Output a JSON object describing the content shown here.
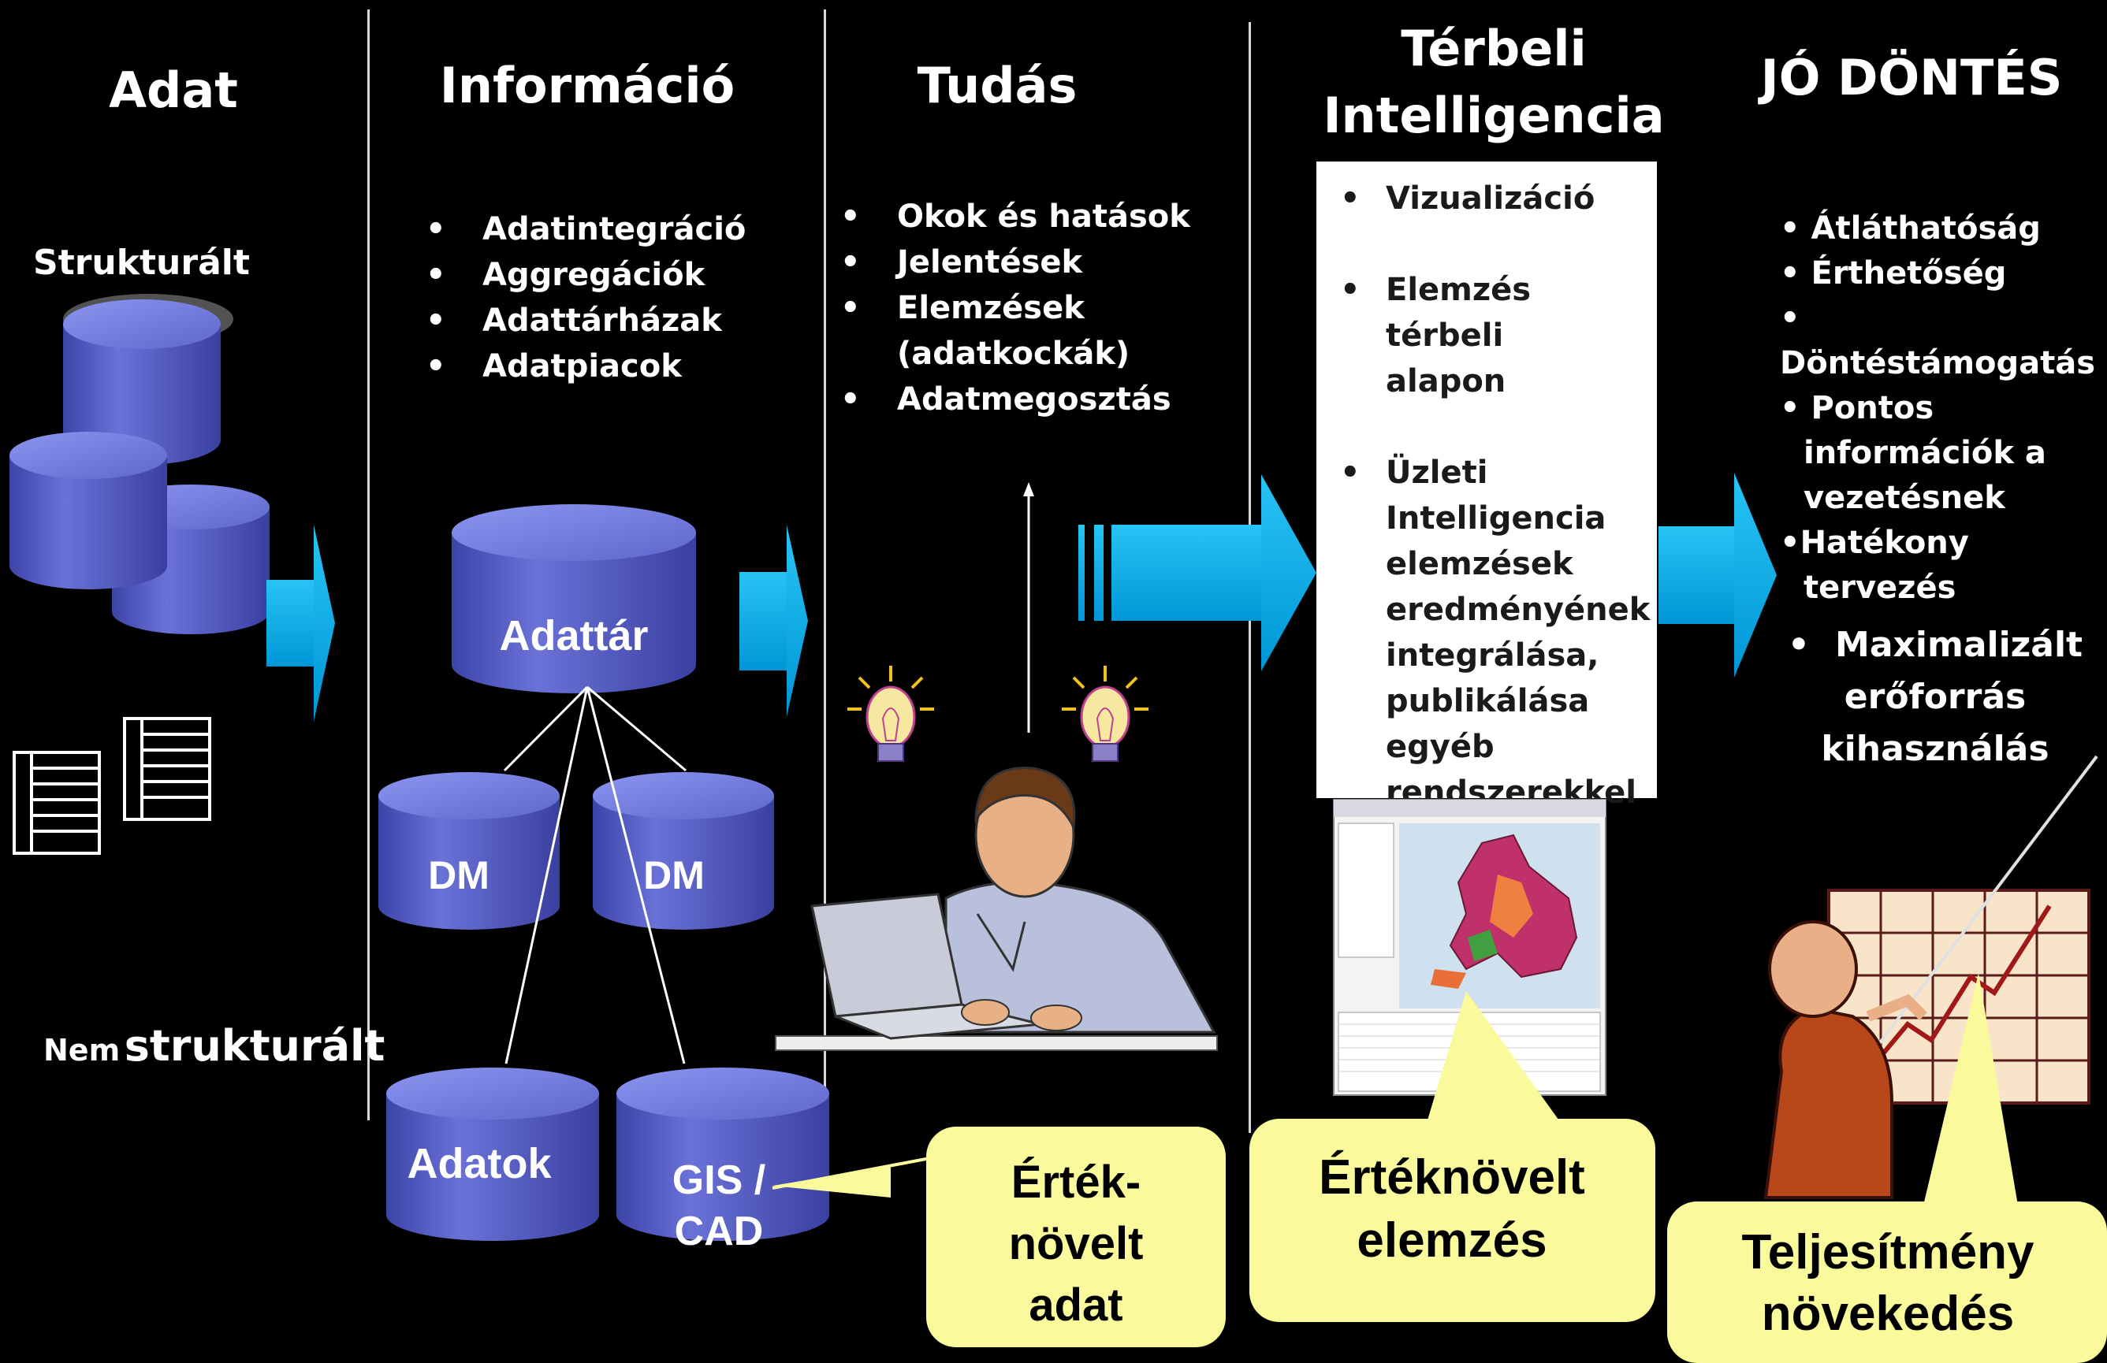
{
  "columns": {
    "adat": {
      "title": "Adat",
      "structured_label": "Strukturált",
      "unstructured_prefix": "Nem",
      "unstructured_main": "strukturált"
    },
    "informacio": {
      "title": "Információ",
      "items": [
        "Adatintegráció",
        "Aggregációk",
        "Adattárházak",
        "Adatpiacok"
      ]
    },
    "tudas": {
      "title": "Tudás",
      "items": [
        "Okok és hatások",
        "Jelentések",
        "Elemzések",
        "(adatkockák)",
        "Adatmegosztás"
      ]
    },
    "terbeli": {
      "title_line1": "Térbeli",
      "title_line2": "Intelligencia",
      "items": [
        [
          "Vizualizáció"
        ],
        [
          "Elemzés térbeli",
          "alapon"
        ],
        [
          "Üzleti",
          "Intelligencia",
          "elemzések",
          "eredményének",
          "integrálása,",
          "publikálása",
          "egyéb",
          "rendszerekkel"
        ]
      ]
    },
    "jo_dontes": {
      "title": "JÓ DÖNTÉS",
      "items": [
        "• Átláthatóság",
        "• Érthetőség",
        "•",
        "Döntéstámogatás",
        "• Pontos",
        "információk  a",
        "vezetésnek",
        "•Hatékony",
        "tervezés"
      ],
      "max_line1": "Maximalizált",
      "max_line2": "erőforrás",
      "max_line3": "kihasználás"
    }
  },
  "cylinders": {
    "adattar": "Adattár",
    "dm1": "DM",
    "dm2": "DM",
    "adatok": "Adatok",
    "gis_line1": "GIS /",
    "gis_line2": "CAD"
  },
  "callouts": {
    "ertek_adat": [
      "Érték-",
      "növelt",
      "adat"
    ],
    "ertek_elemzes": [
      "Értéknövelt",
      "elemzés"
    ],
    "teljesitmeny": [
      "Teljesítmény",
      "növekedés"
    ]
  },
  "colors": {
    "cylinder_body": "#5a62c8",
    "cylinder_top": "#7a84e6",
    "arrow": "#00b0e8",
    "callout": "#fafa9c",
    "background": "#000000"
  }
}
